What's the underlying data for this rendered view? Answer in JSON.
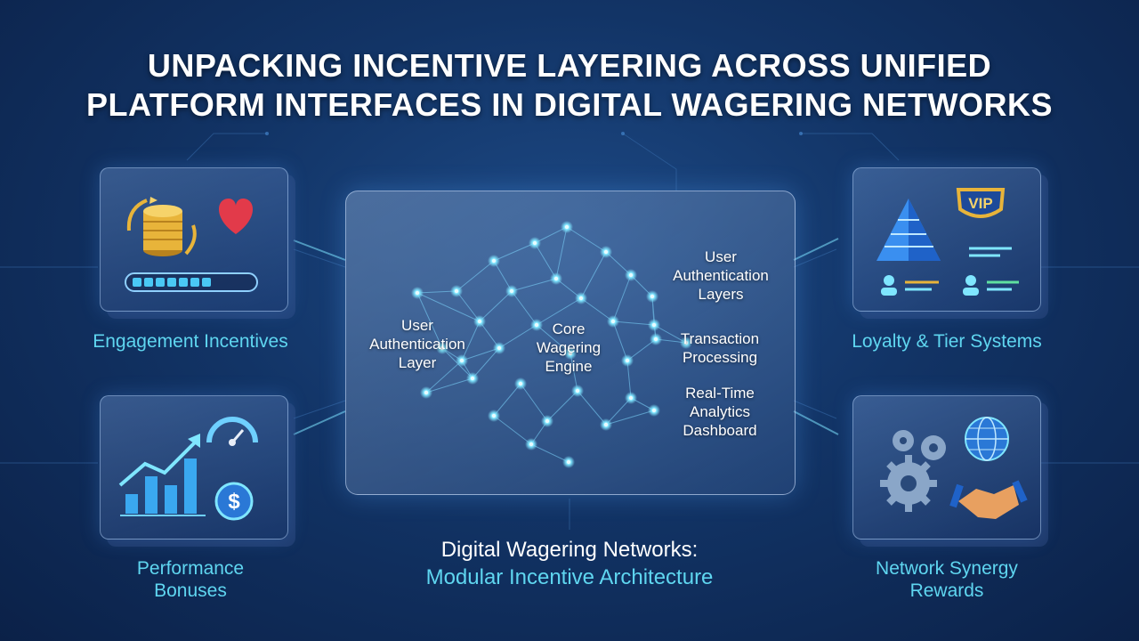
{
  "title": {
    "line1": "UNPACKING INCENTIVE LAYERING ACROSS UNIFIED",
    "line2": "PLATFORM INTERFACES IN DIGITAL WAGERING NETWORKS"
  },
  "panels": {
    "top_left": {
      "label": "Engagement Incentives",
      "progress": 0.6,
      "icons": [
        "coin-stack-icon",
        "heart-icon",
        "progress-bar"
      ]
    },
    "bottom_left": {
      "label_line1": "Performance",
      "label_line2": "Bonuses",
      "icons": [
        "growth-chart-icon",
        "gauge-icon",
        "dollar-coin-icon"
      ]
    },
    "top_right": {
      "label": "Loyalty & Tier Systems",
      "badge": "VIP",
      "icons": [
        "pyramid-icon",
        "vip-shield-icon",
        "user-icon"
      ]
    },
    "bottom_right": {
      "label_line1": "Network Synergy",
      "label_line2": "Rewards",
      "icons": [
        "gears-icon",
        "globe-icon",
        "handshake-icon"
      ]
    }
  },
  "network": {
    "left": [
      "User",
      "Authentication",
      "Layer"
    ],
    "core": [
      "Core",
      "Wagering",
      "Engine"
    ],
    "right_top": [
      "User",
      "Authentication",
      "Layers"
    ],
    "right_mid": [
      "Transaction",
      "Processing"
    ],
    "right_bottom": [
      "Real-Time",
      "Analytics",
      "Dashboard"
    ]
  },
  "caption": {
    "line1": "Digital Wagering Networks:",
    "line2": "Modular Incentive Architecture"
  },
  "colors": {
    "accent_cyan": "#5fd6f0",
    "node_glow": "#7fe6ff",
    "background": "#123466",
    "gold": "#e8b43a"
  }
}
